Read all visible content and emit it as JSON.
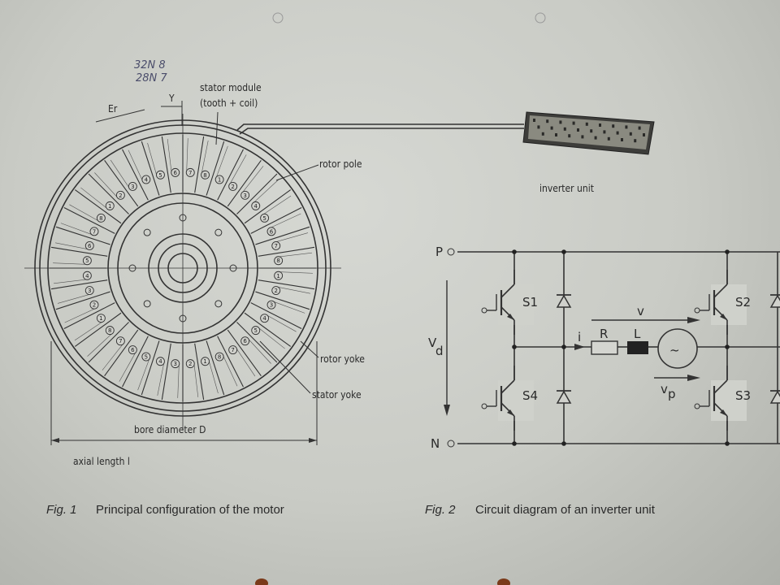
{
  "handwritten_note": [
    "32N 8",
    "28N 7"
  ],
  "fig1": {
    "labels": {
      "er": "Er",
      "gamma": "Y",
      "stator_module": "stator module",
      "stator_module_sub": "(tooth + coil)",
      "rotor_pole": "rotor pole",
      "inverter_unit": "inverter unit",
      "rotor_yoke": "rotor yoke",
      "stator_yoke": "stator yoke",
      "bore_diameter": "bore diameter  D",
      "axial_length": "axial length  l"
    },
    "tooth_numbers": [
      "1",
      "2",
      "3",
      "4",
      "5",
      "6",
      "7",
      "8"
    ],
    "caption_prefix": "Fig. 1",
    "caption": "Principal configuration of the motor"
  },
  "fig2": {
    "labels": {
      "p": "P",
      "n": "N",
      "vd": "V",
      "vd_sub": "d",
      "s1": "S1",
      "s2": "S2",
      "s3": "S3",
      "s4": "S4",
      "i": "i",
      "r": "R",
      "l": "L",
      "v": "v",
      "vp": "v",
      "vp_sub": "p",
      "source": "~"
    },
    "caption_prefix": "Fig. 2",
    "caption": "Circuit diagram of an inverter unit"
  }
}
